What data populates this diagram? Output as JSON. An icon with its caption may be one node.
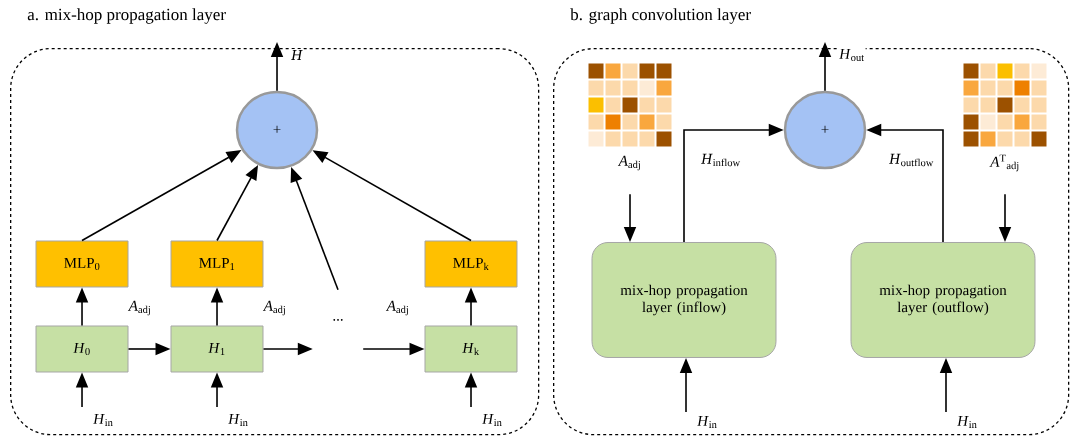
{
  "diagram": {
    "nodes": [
      {
        "text": [
          "a. mix-hop propagation layer"
        ]
      },
      {
        "text": [
          "+"
        ],
        "in": 0
      },
      {
        "text": [
          "MLP$_{0}$"
        ],
        "in": 0
      },
      {
        "text": [
          "MLP$_{1}$"
        ],
        "in": 0
      },
      {
        "text": [
          "MLP$_{k}$"
        ],
        "in": 0
      },
      {
        "text": [
          "*H*$_{0}$"
        ],
        "in": 0
      },
      {
        "text": [
          "*H*$_{1}$"
        ],
        "in": 0
      },
      {
        "text": [
          "..."
        ],
        "in": 0
      },
      {
        "text": [
          "*H*$_{k}$"
        ],
        "in": 0
      },
      {
        "text": [
          "b. graph convolution layer"
        ]
      },
      {
        "text": [
          "+"
        ],
        "in": 9
      },
      {
        "text": [],
        "shape": "picture",
        "in": 9,
        "beside": [
          "*A*$_{adj}$"
        ]
      },
      {
        "text": [],
        "shape": "picture",
        "in": 9,
        "beside": [
          "*A*$^{T}$$_{adj}$"
        ]
      },
      {
        "text": [
          "mix-hop propagation layer (inflow)"
        ],
        "in": 9
      },
      {
        "text": [
          "mix-hop propagation layer (outflow)"
        ],
        "in": 9
      }
    ],
    "edges": [
      {
        "from": 1,
        "to": null,
        "arrow": "to",
        "label": "*H*"
      },
      {
        "from": null,
        "to": 5,
        "arrow": "to",
        "label": "*H*$_{in}$"
      },
      {
        "from": null,
        "to": 6,
        "arrow": "to",
        "label": "*H*$_{in}$"
      },
      {
        "from": null,
        "to": 8,
        "arrow": "to",
        "label": "*H*$_{in}$"
      },
      {
        "from": 5,
        "to": 2,
        "arrow": "to"
      },
      {
        "from": 6,
        "to": 3,
        "arrow": "to"
      },
      {
        "from": 8,
        "to": 4,
        "arrow": "to"
      },
      {
        "from": 5,
        "to": 6,
        "arrow": "to"
      },
      {
        "from": 6,
        "to": 7,
        "arrow": "to"
      },
      {
        "from": 7,
        "to": 8,
        "arrow": "to"
      },
      {
        "from": 2,
        "to": 1,
        "arrow": "to"
      },
      {
        "from": 3,
        "to": 1,
        "arrow": "to"
      },
      {
        "from": 7,
        "to": 1,
        "arrow": "to"
      },
      {
        "from": 4,
        "to": 1,
        "arrow": "to"
      },
      {
        "from": 10,
        "to": null,
        "arrow": "to",
        "label": "*H*$_{out}$"
      },
      {
        "from": null,
        "to": 13,
        "arrow": "to",
        "label": "*H*$_{in}$"
      },
      {
        "from": null,
        "to": 14,
        "arrow": "to",
        "label": "*H*$_{in}$"
      },
      {
        "from": 11,
        "to": 13,
        "arrow": "to"
      },
      {
        "from": 12,
        "to": 14,
        "arrow": "to"
      },
      {
        "from": 13,
        "to": 10,
        "arrow": "to",
        "label": "*H*$_{inflow}$"
      },
      {
        "from": 14,
        "to": 10,
        "arrow": "to",
        "label": "*H*$_{outflow}$"
      }
    ],
    "labels": [
      "*A*$_{adj}$",
      "*A*$_{adj}$",
      "*A*$_{adj}$"
    ]
  }
}
